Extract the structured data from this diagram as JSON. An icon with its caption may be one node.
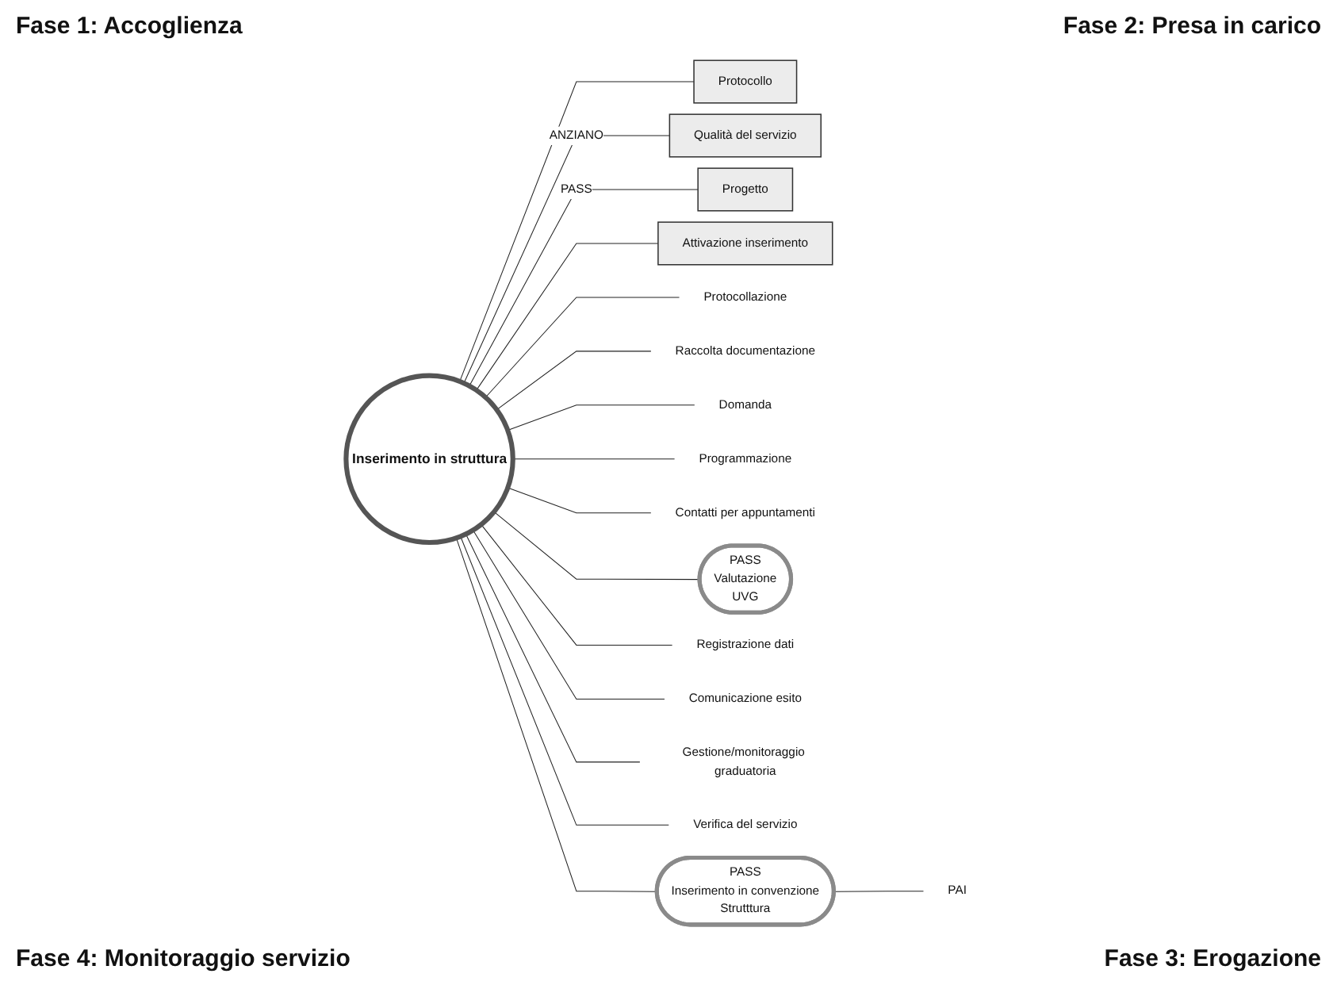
{
  "diagram": {
    "nodes": [
      {
        "text": [
          "Inserimento in struttura"
        ]
      },
      {
        "text": [
          "Protocollo"
        ]
      },
      {
        "text": [
          "Qualità del servizio"
        ]
      },
      {
        "text": [
          "Progetto"
        ]
      },
      {
        "text": [
          "Attivazione inserimento"
        ]
      },
      {
        "text": [
          "Protocollazione"
        ]
      },
      {
        "text": [
          "Raccolta documentazione"
        ]
      },
      {
        "text": [
          "Domanda"
        ]
      },
      {
        "text": [
          "Programmazione"
        ]
      },
      {
        "text": [
          "Contatti per appuntamenti"
        ]
      },
      {
        "text": [
          "PASS",
          "Valutazione",
          "UVG"
        ]
      },
      {
        "text": [
          "Registrazione dati"
        ]
      },
      {
        "text": [
          "Comunicazione esito"
        ]
      },
      {
        "text": [
          "Gestione/monitoraggio graduatoria"
        ]
      },
      {
        "text": [
          "Verifica del servizio"
        ]
      },
      {
        "text": [
          "PASS",
          "Inserimento in convenzione",
          "Strutttura"
        ]
      },
      {
        "text": [
          "PAI"
        ]
      }
    ],
    "edges": [
      {
        "from": 0,
        "to": 1,
        "arrow": "none"
      },
      {
        "from": 0,
        "to": 2,
        "arrow": "none",
        "label": "ANZIANO"
      },
      {
        "from": 0,
        "to": 3,
        "arrow": "none",
        "label": "PASS"
      },
      {
        "from": 0,
        "to": 4,
        "arrow": "none"
      },
      {
        "from": 0,
        "to": 5,
        "arrow": "none"
      },
      {
        "from": 0,
        "to": 6,
        "arrow": "none"
      },
      {
        "from": 0,
        "to": 7,
        "arrow": "none"
      },
      {
        "from": 0,
        "to": 8,
        "arrow": "none"
      },
      {
        "from": 0,
        "to": 9,
        "arrow": "none"
      },
      {
        "from": 0,
        "to": 10,
        "arrow": "none"
      },
      {
        "from": 0,
        "to": 11,
        "arrow": "none"
      },
      {
        "from": 0,
        "to": 12,
        "arrow": "none"
      },
      {
        "from": 0,
        "to": 13,
        "arrow": "none"
      },
      {
        "from": 0,
        "to": 14,
        "arrow": "none"
      },
      {
        "from": 0,
        "to": 15,
        "arrow": "none"
      },
      {
        "from": 15,
        "to": 16,
        "arrow": "none"
      }
    ],
    "labels": [
      "Fase 1: Accoglienza",
      "Fase 2: Presa in carico",
      "Fase 4: Monitoraggio servizio",
      "Fase 3: Erogazione"
    ]
  }
}
